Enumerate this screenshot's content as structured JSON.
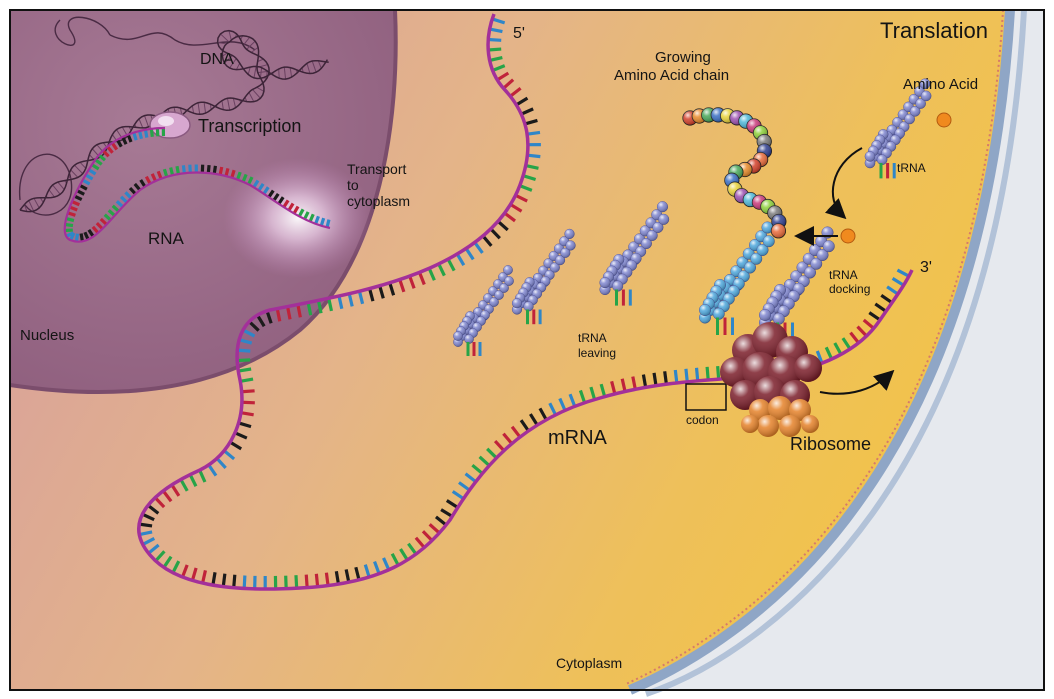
{
  "title": "Translation",
  "labels": {
    "dna": "DNA",
    "transcription": "Transcription",
    "rna": "RNA",
    "transport": [
      "Transport",
      "to",
      "cytoplasm"
    ],
    "nucleus": "Nucleus",
    "five_prime": "5'",
    "three_prime": "3'",
    "growing_chain": [
      "Growing",
      "Amino Acid chain"
    ],
    "amino_acid": "Amino Acid",
    "trna": "tRNA",
    "trna_docking": [
      "tRNA",
      "docking"
    ],
    "trna_leaving": [
      "tRNA",
      "leaving"
    ],
    "mrna": "mRNA",
    "codon": "codon",
    "ribosome": "Ribosome",
    "cytoplasm": "Cytoplasm"
  },
  "colors": {
    "cytoplasm_light": "#e3b68c",
    "cytoplasm_gold": "#f0c14a",
    "nucleus": "#a9758e",
    "nucleus_dark": "#8a5a75",
    "membrane": "#8fa6c6",
    "mrna_backbone": "#a3309a",
    "base_blue": "#2f86c8",
    "base_green": "#27a448",
    "base_red": "#c0233a",
    "base_black": "#1b1b1b",
    "trna": "#7f86cf",
    "trna_docked": "#4fa8dd",
    "ribosome_dark": "#7b1e2a",
    "ribosome_orange": "#e5822a",
    "amino_acid": "#f08a1e"
  },
  "chain_bead_colors": [
    "#d3402a",
    "#e88a2a",
    "#49a85a",
    "#3a6fc4",
    "#e8d23a",
    "#9b4fb0",
    "#4fb8d8",
    "#c93a7a",
    "#8ccf3a",
    "#7a7a7a",
    "#2f3f8f",
    "#e86a3a"
  ]
}
